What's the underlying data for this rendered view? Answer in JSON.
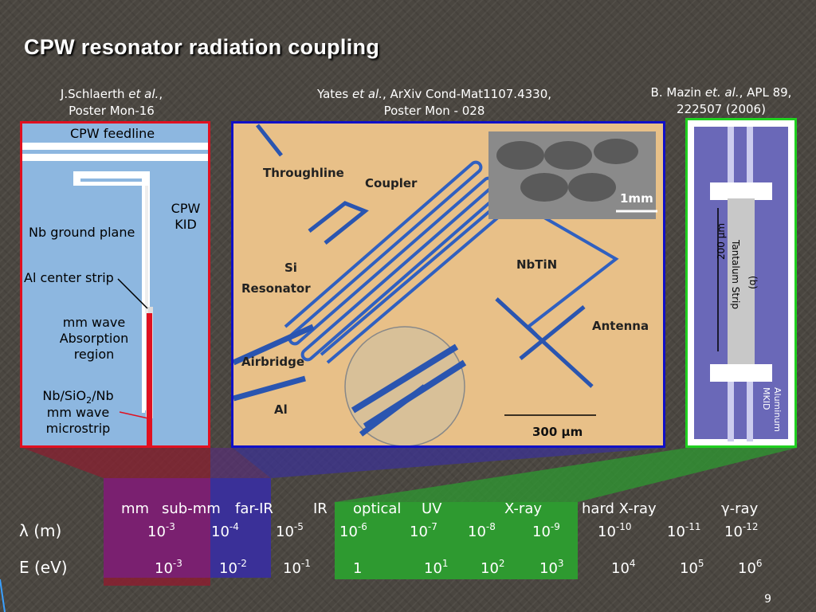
{
  "slide": {
    "title": "CPW resonator radiation coupling",
    "page_number": "9"
  },
  "citations": {
    "left": {
      "line1_pre": "J.Schlaerth ",
      "line1_em": "et al.",
      "line1_post": ",",
      "line2": "Poster Mon-16"
    },
    "center": {
      "line1_pre": "Yates ",
      "line1_em": "et al.",
      "line1_post": ", ArXiv Cond-Mat1107.4330,",
      "line2": "Poster Mon - 028"
    },
    "right": {
      "line1_pre": "B. Mazin ",
      "line1_em": "et. al.",
      "line1_post": ", APL 89,",
      "line2": "222507 (2006)"
    }
  },
  "panel_left": {
    "feedline": "CPW feedline",
    "kid_line1": "CPW",
    "kid_line2": "KID",
    "ground_plane": "Nb ground plane",
    "center_strip": "Al center strip",
    "absorption_line1": "mm wave",
    "absorption_line2": "Absorption",
    "absorption_line3": "region",
    "microstrip_line1_a": "Nb/SiO",
    "microstrip_line1_sub": "2",
    "microstrip_line1_b": "/Nb",
    "microstrip_line2": "mm wave",
    "microstrip_line3": "microstrip"
  },
  "panel_center": {
    "throughline": "Throughline",
    "coupler": "Coupler",
    "si": "Si",
    "resonator": "Resonator",
    "nbtin": "NbTiN",
    "antenna": "Antenna",
    "airbridge": "Airbridge",
    "al": "Al",
    "scale_1mm": "1mm",
    "scale_300": "300 μm"
  },
  "panel_right": {
    "label_b": "(b)",
    "tantalum": "Tantalum Strip",
    "length": "200 μm",
    "mkid_line1": "Aluminum",
    "mkid_line2": "MKID"
  },
  "spectrum": {
    "band_labels": [
      "mm",
      "sub-mm",
      "far-IR",
      "IR",
      "optical",
      "UV",
      "X-ray",
      "hard X-ray",
      "γ-ray"
    ],
    "lambda_label": "λ (m)",
    "energy_label": "E (eV)",
    "lambda_values": [
      {
        "base": "10",
        "exp": "-3"
      },
      {
        "base": "10",
        "exp": "-4"
      },
      {
        "base": "10",
        "exp": "-5"
      },
      {
        "base": "10",
        "exp": "-6"
      },
      {
        "base": "10",
        "exp": "-7"
      },
      {
        "base": "10",
        "exp": "-8"
      },
      {
        "base": "10",
        "exp": "-9"
      },
      {
        "base": "10",
        "exp": "-10"
      },
      {
        "base": "10",
        "exp": "-11"
      },
      {
        "base": "10",
        "exp": "-12"
      }
    ],
    "energy_values": [
      {
        "base": "10",
        "exp": "-3"
      },
      {
        "base": "10",
        "exp": "-2"
      },
      {
        "base": "10",
        "exp": "-1"
      },
      {
        "base": "1",
        "exp": ""
      },
      {
        "base": "10",
        "exp": "1"
      },
      {
        "base": "10",
        "exp": "2"
      },
      {
        "base": "10",
        "exp": "3"
      },
      {
        "base": "10",
        "exp": "4"
      },
      {
        "base": "10",
        "exp": "5"
      },
      {
        "base": "10",
        "exp": "6"
      }
    ]
  },
  "colors": {
    "red_band": "#8a2030",
    "purple_band": "#7a2070",
    "blue_band": "#3a3098",
    "green_band": "#2e9a30"
  }
}
